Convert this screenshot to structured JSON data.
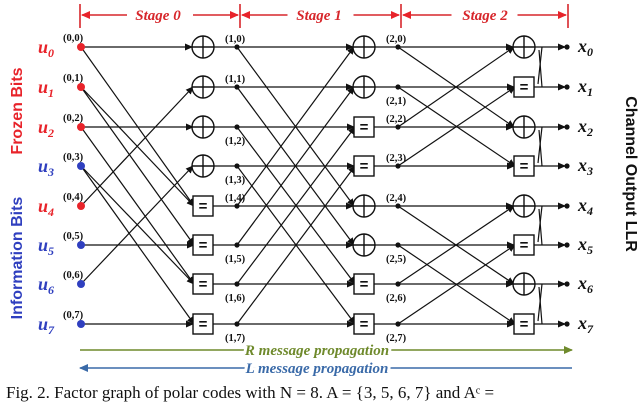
{
  "stages": [
    "Stage 0",
    "Stage 1",
    "Stage 2"
  ],
  "colors": {
    "frozen": "#e8232a",
    "information": "#2f3fbf",
    "stage_label": "#d7262b",
    "r_message": "#6f8a2c",
    "l_message": "#3a6aa8",
    "line": "#111111"
  },
  "inputs": [
    {
      "label": "u",
      "sub": "0",
      "kind": "frozen",
      "index": "(0,0)"
    },
    {
      "label": "u",
      "sub": "1",
      "kind": "frozen",
      "index": "(0,1)"
    },
    {
      "label": "u",
      "sub": "2",
      "kind": "frozen",
      "index": "(0,2)"
    },
    {
      "label": "u",
      "sub": "3",
      "kind": "information",
      "index": "(0,3)"
    },
    {
      "label": "u",
      "sub": "4",
      "kind": "frozen",
      "index": "(0,4)"
    },
    {
      "label": "u",
      "sub": "5",
      "kind": "information",
      "index": "(0,5)"
    },
    {
      "label": "u",
      "sub": "6",
      "kind": "information",
      "index": "(0,6)"
    },
    {
      "label": "u",
      "sub": "7",
      "kind": "information",
      "index": "(0,7)"
    }
  ],
  "outputs": [
    {
      "label": "x",
      "sub": "0"
    },
    {
      "label": "x",
      "sub": "1"
    },
    {
      "label": "x",
      "sub": "2"
    },
    {
      "label": "x",
      "sub": "3"
    },
    {
      "label": "x",
      "sub": "4"
    },
    {
      "label": "x",
      "sub": "5"
    },
    {
      "label": "x",
      "sub": "6"
    },
    {
      "label": "x",
      "sub": "7"
    }
  ],
  "stage_columns": [
    {
      "nodes": [
        "xor",
        "xor",
        "xor",
        "xor",
        "eq",
        "eq",
        "eq",
        "eq"
      ],
      "indices": [
        "(1,0)",
        "(1,1)",
        "(1,2)",
        "(1,3)",
        "(1,4)",
        "(1,5)",
        "(1,6)",
        "(1,7)"
      ]
    },
    {
      "nodes": [
        "xor",
        "xor",
        "eq",
        "eq",
        "xor",
        "xor",
        "eq",
        "eq"
      ],
      "indices": [
        "(2,0)",
        "(2,1)",
        "(2,2)",
        "(2,3)",
        "(2,4)",
        "(2,5)",
        "(2,6)",
        "(2,7)"
      ]
    },
    {
      "nodes": [
        "xor",
        "eq",
        "xor",
        "eq",
        "xor",
        "eq",
        "xor",
        "eq"
      ],
      "indices": []
    }
  ],
  "side_labels": {
    "frozen": "Frozen Bits",
    "information": "Information Bits",
    "channel": "Channel Output LLR"
  },
  "eq_symbol": "=",
  "messages": {
    "r": "R message propagation",
    "l": "L message propagation"
  },
  "caption": "Fig. 2.   Factor graph of polar codes with N = 8. A = {3, 5, 6, 7} and Aᶜ ="
}
